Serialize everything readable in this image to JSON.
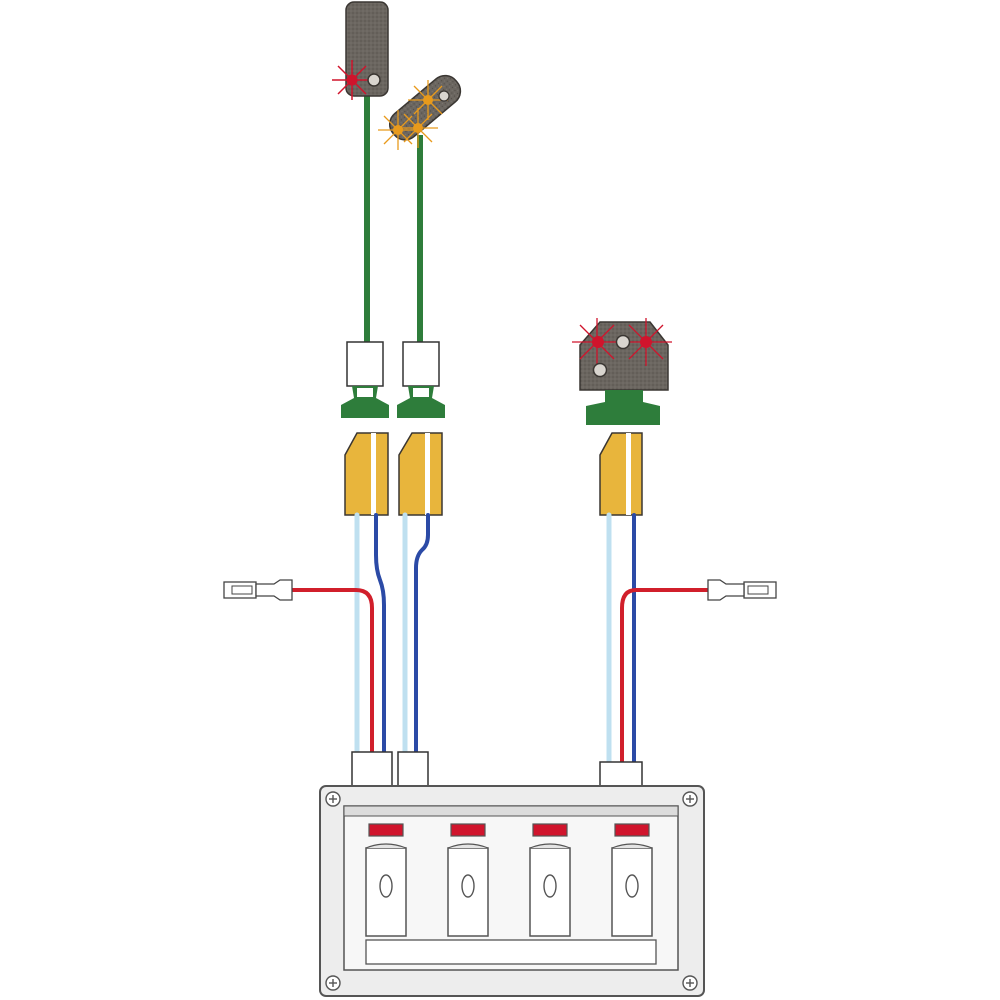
{
  "diagram": {
    "colors": {
      "signal_body": "#6b6660",
      "mast": "#2e7d3b",
      "base": "#2e7d3b",
      "connector_yellow": "#e8b53c",
      "wire_red": "#d11f2b",
      "wire_blue": "#2b4aa6",
      "wire_light_blue": "#bfe0f0",
      "lamp_red": "#d0142c",
      "lamp_orange": "#e89a1c",
      "panel_fill": "#ededed",
      "panel_stroke": "#555555",
      "indicator_red": "#d0142c"
    },
    "signals": [
      {
        "type": "tall-mast-signal",
        "lamps": [
          "red",
          "off"
        ]
      },
      {
        "type": "tall-mast-signal",
        "lamps": [
          "orange",
          "orange",
          "orange"
        ]
      },
      {
        "type": "dwarf-signal",
        "lamps": [
          "red",
          "off",
          "red",
          "off"
        ]
      }
    ],
    "control_panel": {
      "switch_count": 4,
      "indicator_states": [
        "red",
        "red",
        "red",
        "red"
      ]
    }
  }
}
